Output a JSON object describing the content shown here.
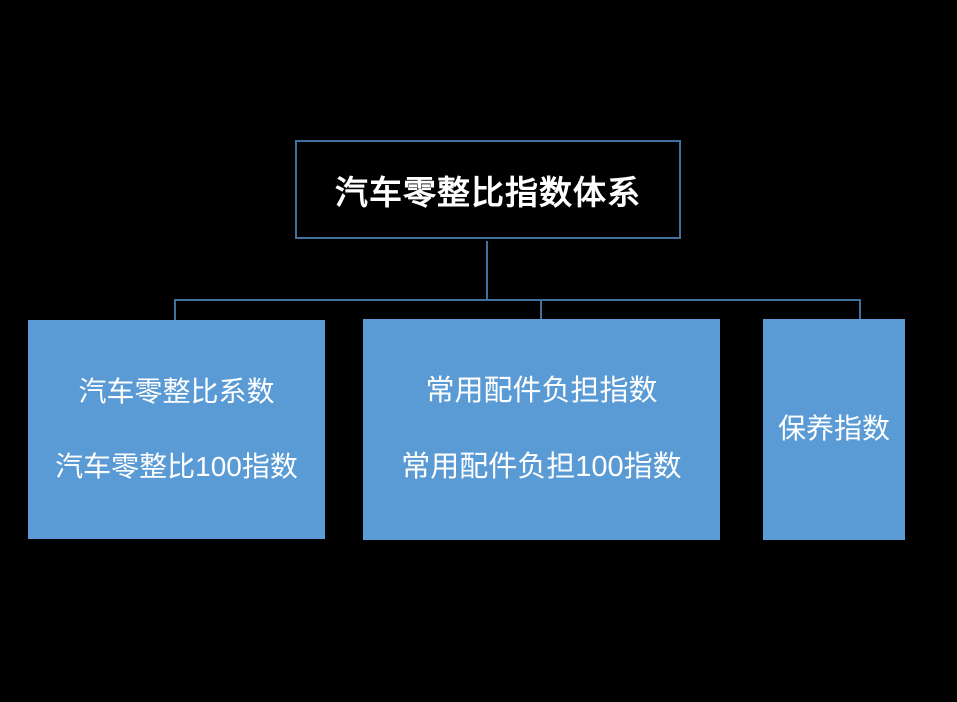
{
  "diagram": {
    "title": "汽车零整比指数体系",
    "root": {
      "label": "汽车零整比指数体系"
    },
    "children": [
      {
        "id": "parts-to-whole-ratio",
        "lines": [
          "汽车零整比系数",
          "汽车零整比100指数"
        ]
      },
      {
        "id": "common-parts-burden",
        "lines": [
          "常用配件负担指数",
          "常用配件负担100指数"
        ]
      },
      {
        "id": "maintenance-index",
        "lines": [
          "保养指数"
        ]
      }
    ],
    "colors": {
      "background": "#000000",
      "box_fill": "#5B9BD5",
      "box_border": "#5B9BD5",
      "root_fill": "#000000",
      "root_border": "#41719C",
      "connector": "#41719C",
      "text": "#FFFFFF"
    }
  }
}
